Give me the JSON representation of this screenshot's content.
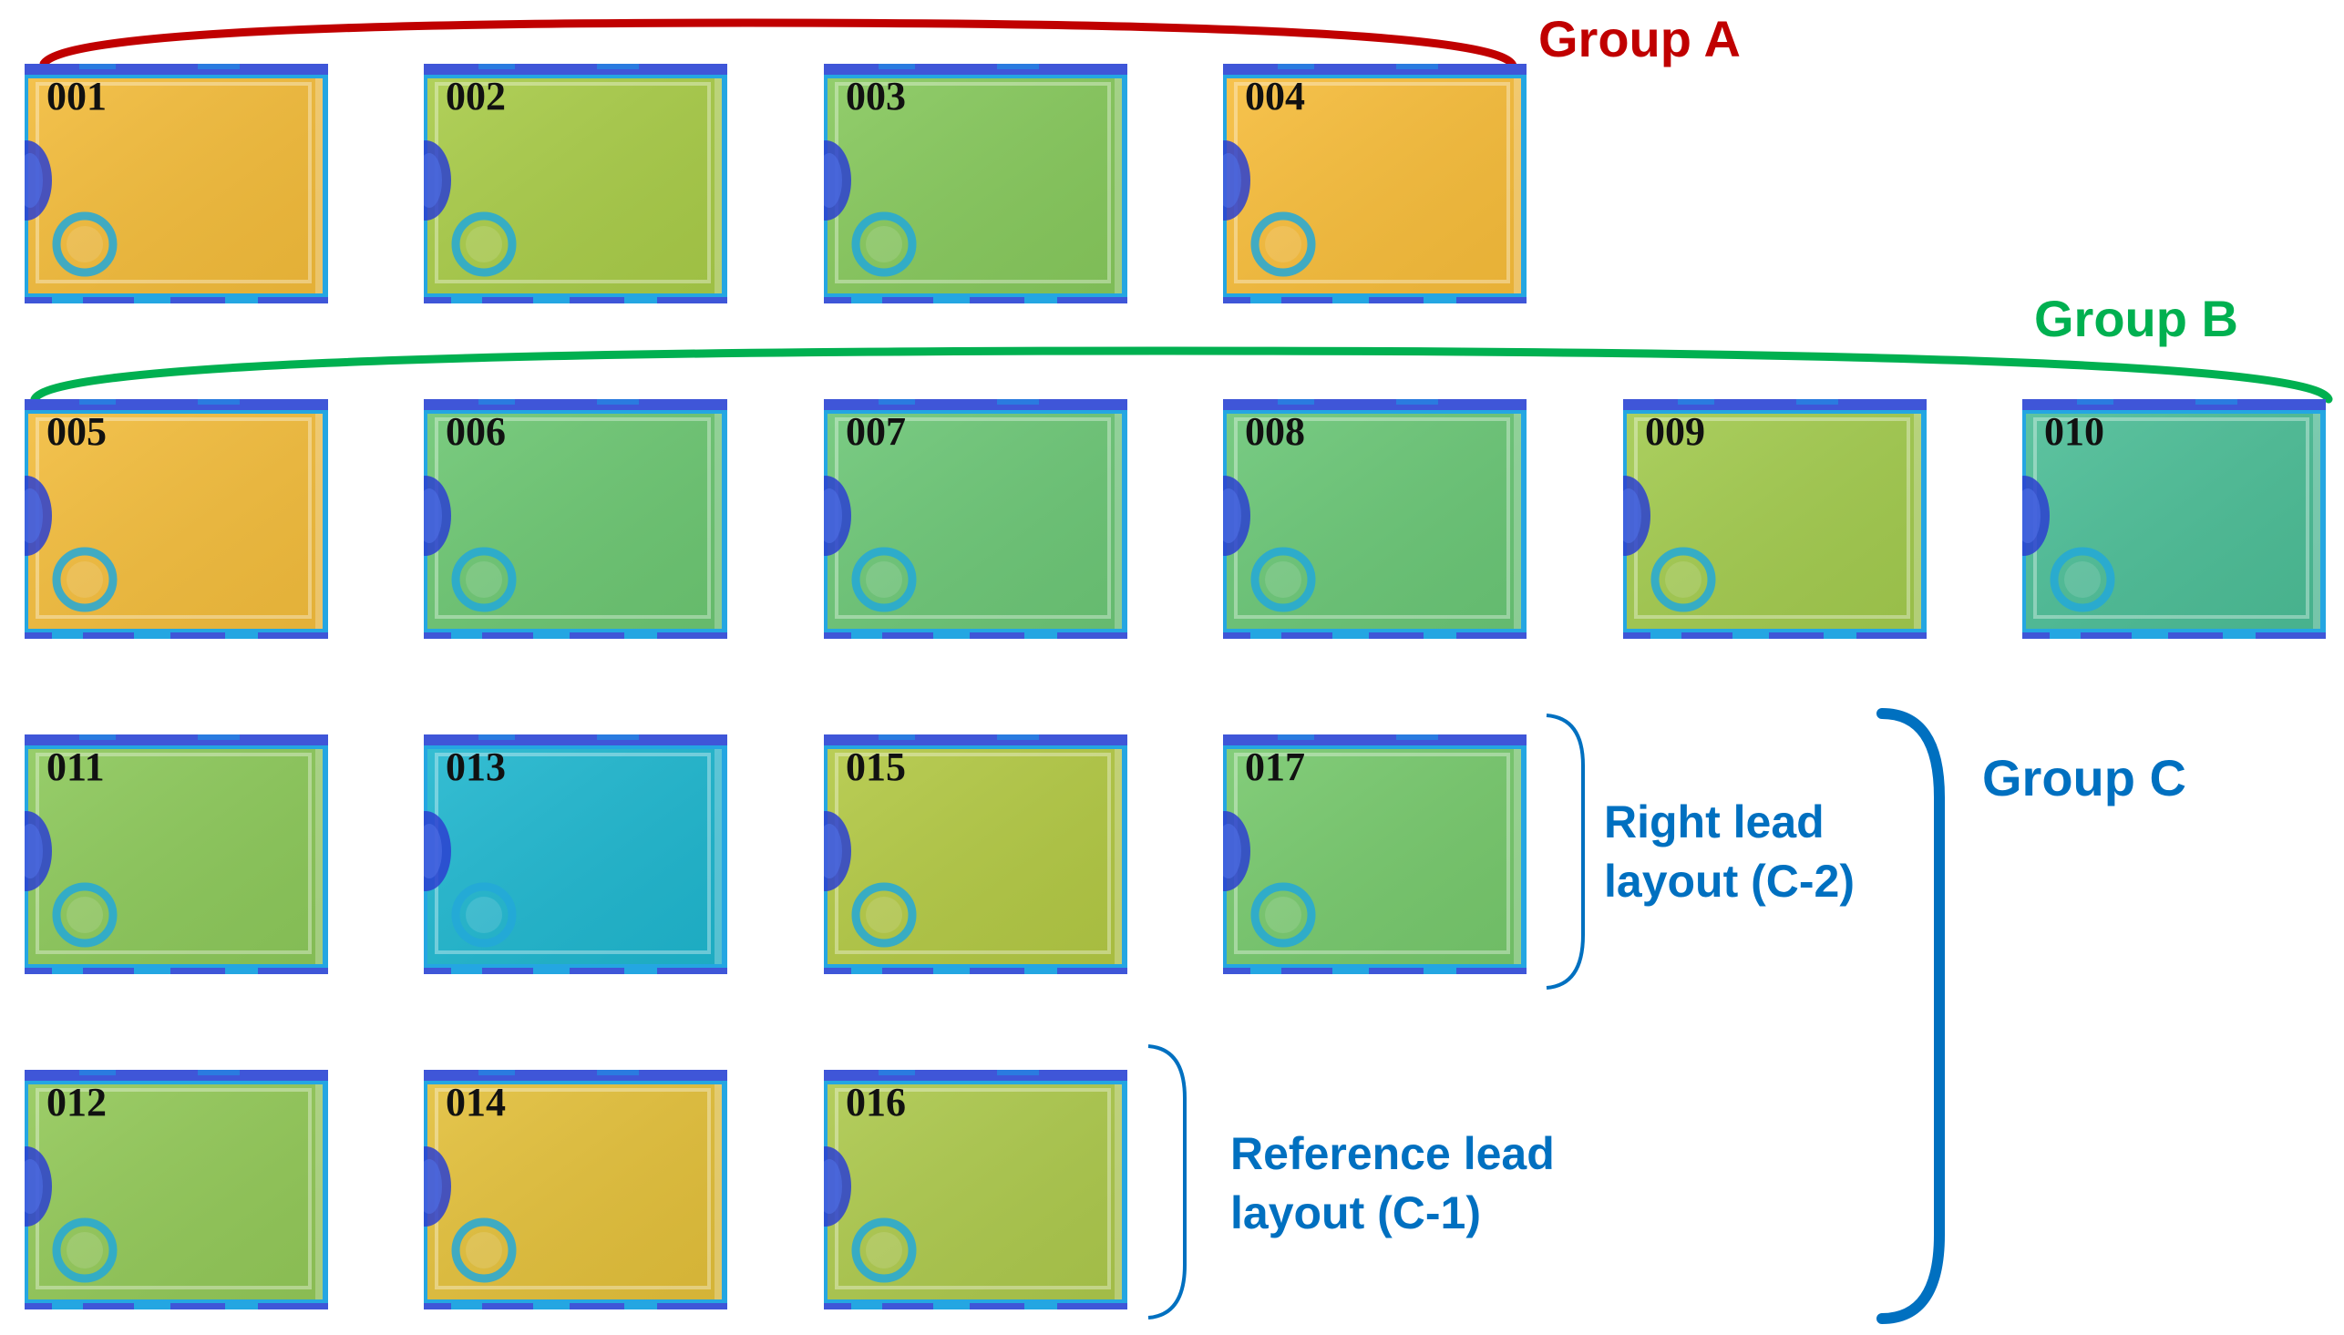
{
  "groups": {
    "a": {
      "label": "Group A",
      "color": "#C00000"
    },
    "b": {
      "label": "Group B",
      "color": "#00B050"
    },
    "c": {
      "label": "Group C",
      "color": "#0070C0"
    }
  },
  "leads": {
    "right": {
      "line1": "Right lead",
      "line2": "layout (C-2)"
    },
    "reference": {
      "line1": "Reference lead",
      "line2": "layout (C-1)"
    }
  },
  "samples": [
    {
      "id": "001",
      "color": "#F2BB3A"
    },
    {
      "id": "002",
      "color": "#A8CB48"
    },
    {
      "id": "003",
      "color": "#86C85C"
    },
    {
      "id": "004",
      "color": "#F6BC3A"
    },
    {
      "id": "005",
      "color": "#F2BC3C"
    },
    {
      "id": "006",
      "color": "#6CC672"
    },
    {
      "id": "007",
      "color": "#6CC676"
    },
    {
      "id": "008",
      "color": "#6AC676"
    },
    {
      "id": "009",
      "color": "#A2CA4E"
    },
    {
      "id": "010",
      "color": "#4CBD96"
    },
    {
      "id": "011",
      "color": "#8CC85A"
    },
    {
      "id": "013",
      "color": "#1FB6CE"
    },
    {
      "id": "015",
      "color": "#B2C844"
    },
    {
      "id": "017",
      "color": "#76C86C"
    },
    {
      "id": "012",
      "color": "#92C858"
    },
    {
      "id": "014",
      "color": "#E2BF3A"
    },
    {
      "id": "016",
      "color": "#ACC84C"
    }
  ]
}
